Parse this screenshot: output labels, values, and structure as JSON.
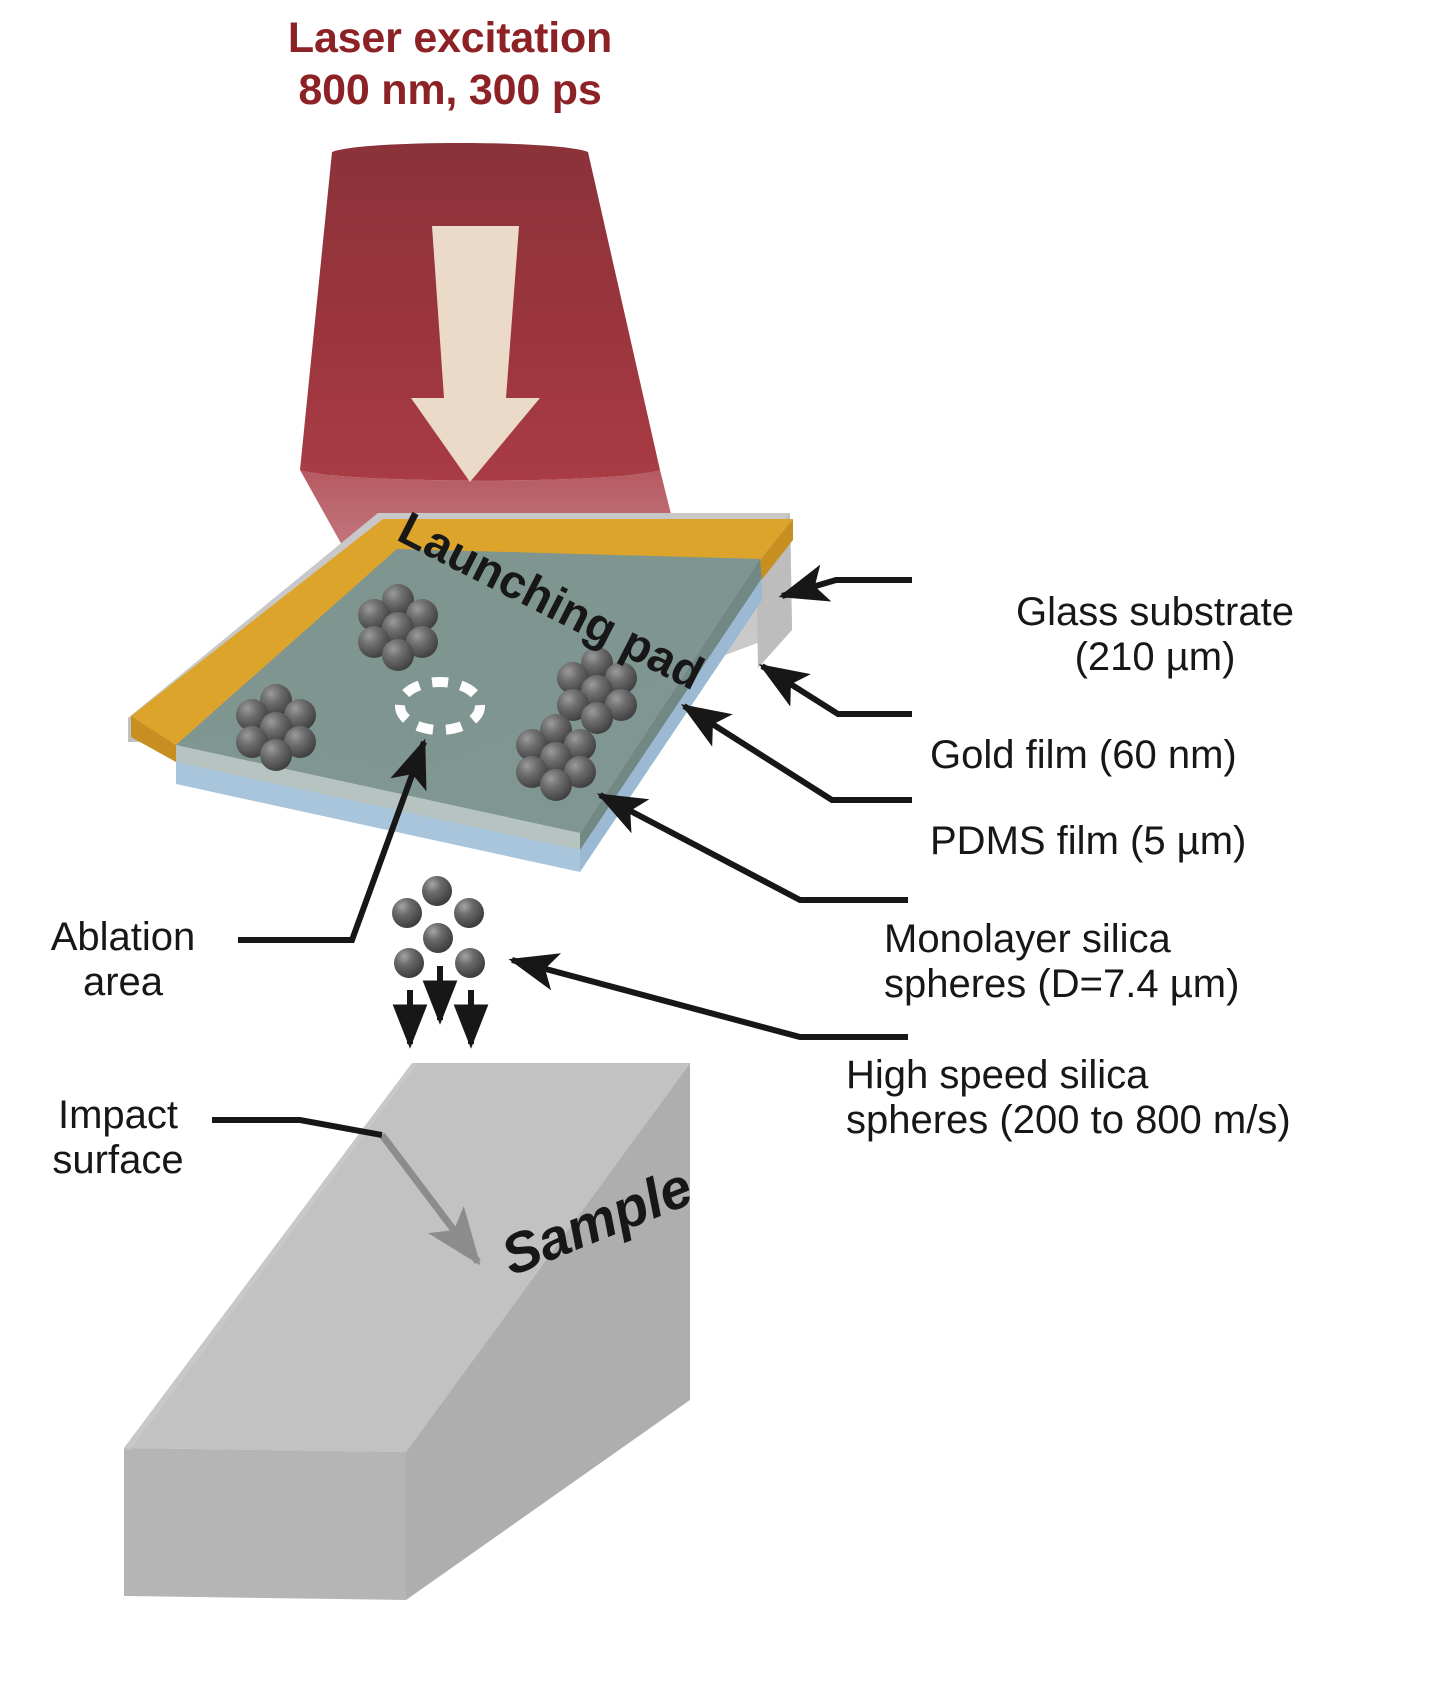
{
  "figure": {
    "kind": "laser-induced-particle-impact-test-schematic",
    "background_color": "#ffffff"
  },
  "header": {
    "line1": "Laser excitation",
    "line2": "800 nm, 300 ps",
    "color": "#8c2226"
  },
  "laser": {
    "cone_label": "laser-beam-cone",
    "cone_color_top": "#8b3239",
    "cone_color_bottom": "#a63a43",
    "arrow_color": "#ecdac9"
  },
  "launching_pad": {
    "label": "Launching pad",
    "rotation_deg": 27
  },
  "stack": {
    "glass_color": "#c9c9c9",
    "gold_color": "#dda42b",
    "pdms_color": "#7d9490",
    "blue_edge_color": "#a9c5db",
    "sphere_color": "#4f4f4f",
    "ablation_ellipse_color": "#ffffff"
  },
  "sample": {
    "label": "Sample",
    "top_color": "#c0c0c0",
    "left_color": "#b4b4b4",
    "front_color": "#a9a9a9",
    "rotation_deg": -22
  },
  "callouts": {
    "right": [
      {
        "id": "glass-substrate",
        "text": "Glass substrate\n(210 µm)"
      },
      {
        "id": "gold-film",
        "text": "Gold film (60 nm)"
      },
      {
        "id": "pdms-film",
        "text": "PDMS film (5 µm)"
      },
      {
        "id": "monolayer-silica-spheres",
        "text": "Monolayer silica\nspheres (D=7.4 µm)"
      },
      {
        "id": "high-speed-silica-spheres",
        "text": "High speed silica\nspheres (200 to 800 m/s)"
      }
    ],
    "left": [
      {
        "id": "ablation-area",
        "text": "Ablation\narea"
      },
      {
        "id": "impact-surface",
        "text": "Impact\nsurface"
      }
    ]
  }
}
